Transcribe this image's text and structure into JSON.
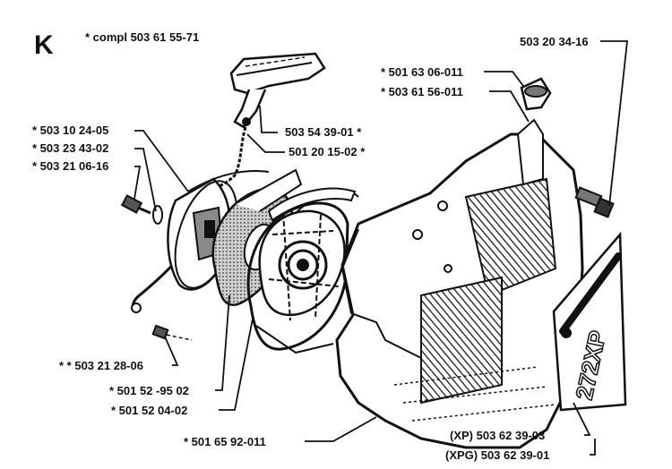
{
  "section_letter": "K",
  "assembly_note": "* compl 503 61 55-71",
  "labels": {
    "p_503_20_34_16": "503 20 34-16",
    "p_501_63_06_011": "* 501 63 06-011",
    "p_503_61_56_011": "* 503 61 56-011",
    "p_503_10_24_05": "* 503 10 24-05",
    "p_503_23_43_02": "* 503 23 43-02",
    "p_503_21_06_16": "* 503 21 06-16",
    "p_503_54_39_01": "503 54 39-01 *",
    "p_501_20_15_02": "501 20 15-02 *",
    "p_503_21_28_06": "* * 503 21 28-06",
    "p_501_52_95_02": "* 501 52 -95 02",
    "p_501_52_04_02": "* 501 52 04-02",
    "p_501_65_92_011": "* 501 65 92-011",
    "p_xp": "(XP) 503 62 39-03",
    "p_xpg": "(XPG) 503 62 39-01"
  },
  "decal_text": "272XP",
  "colors": {
    "ink": "#111111",
    "paper": "#ffffff",
    "shade": "#9a9a9a"
  }
}
